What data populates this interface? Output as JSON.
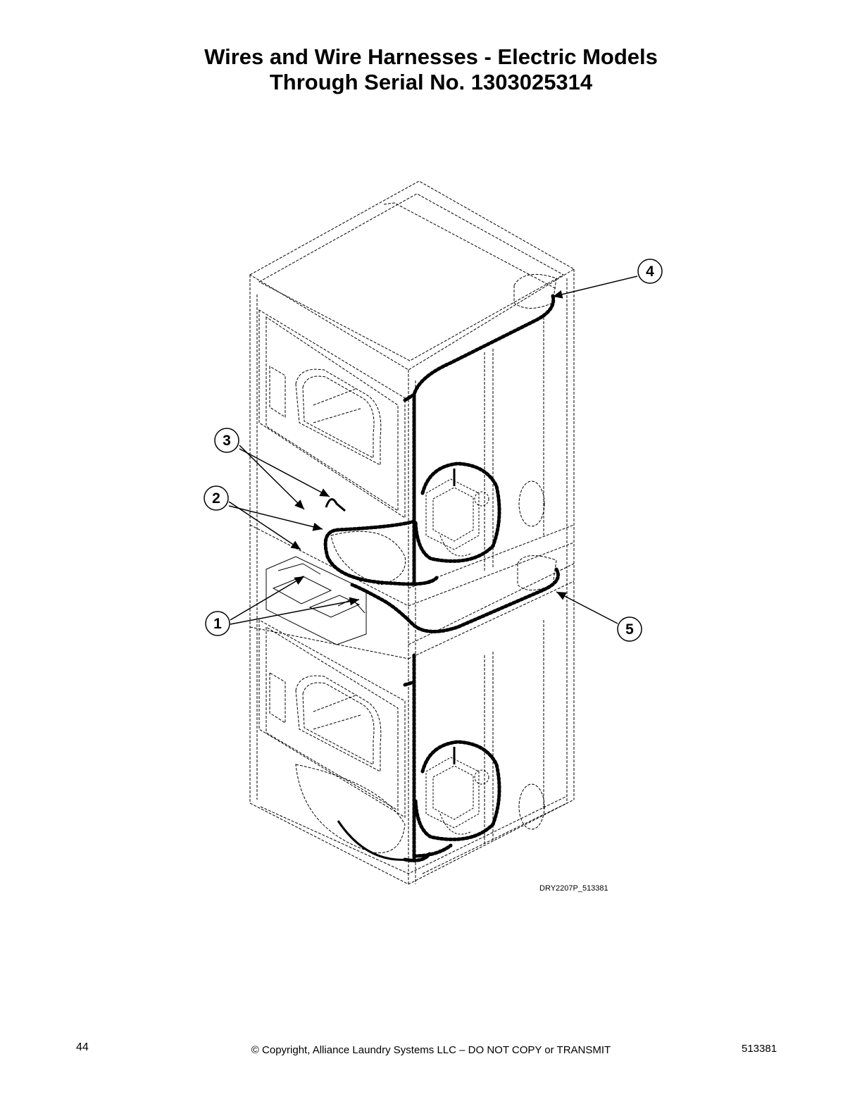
{
  "header": {
    "title_line1": "Wires and Wire Harnesses - Electric Models",
    "title_line2": "Through Serial No. 1303025314"
  },
  "figure": {
    "code": "DRY2207P_513381",
    "callouts": [
      {
        "number": "1"
      },
      {
        "number": "2"
      },
      {
        "number": "3"
      },
      {
        "number": "4"
      },
      {
        "number": "5"
      }
    ]
  },
  "footer": {
    "page_number": "44",
    "copyright": "© Copyright, Alliance Laundry Systems LLC – DO NOT COPY or TRANSMIT",
    "document_number": "513381"
  }
}
